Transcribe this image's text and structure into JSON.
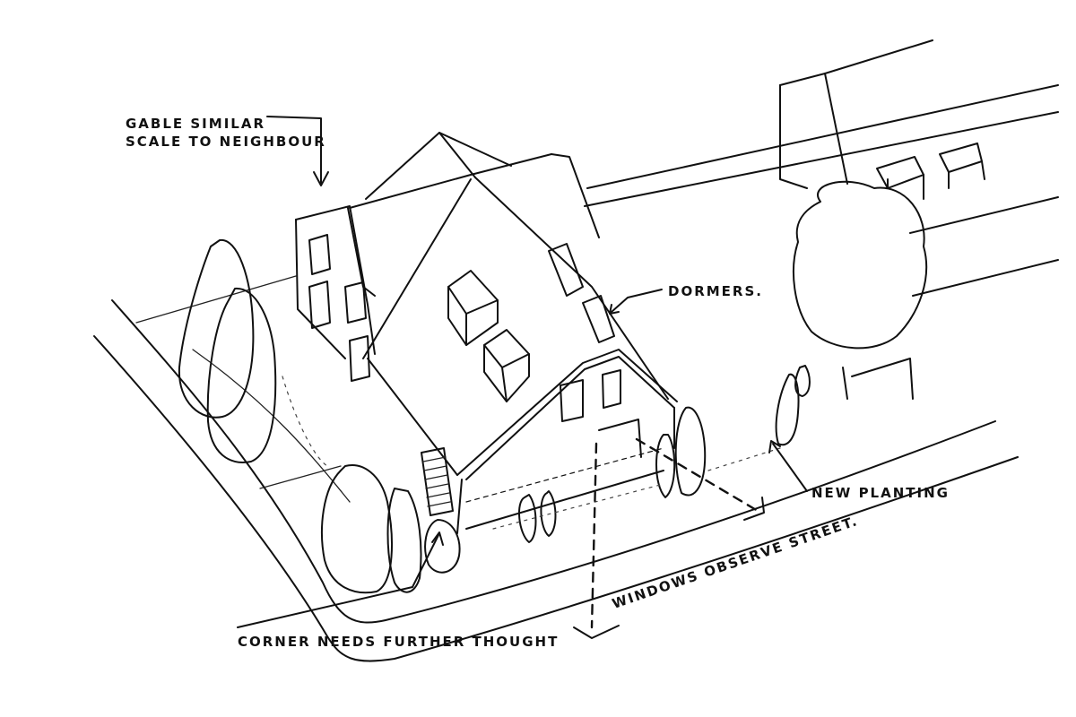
{
  "annotations": {
    "gable_line1": "GABLE SIMILAR",
    "gable_line2": "SCALE TO NEIGHBOUR",
    "dormers": "DORMERS.",
    "new_planting": "NEW PLANTING",
    "windows": "WINDOWS OBSERVE STREET.",
    "corner": "CORNER NEEDS FURTHER THOUGHT"
  },
  "colors": {
    "ink": "#111111",
    "paper": "#ffffff"
  }
}
